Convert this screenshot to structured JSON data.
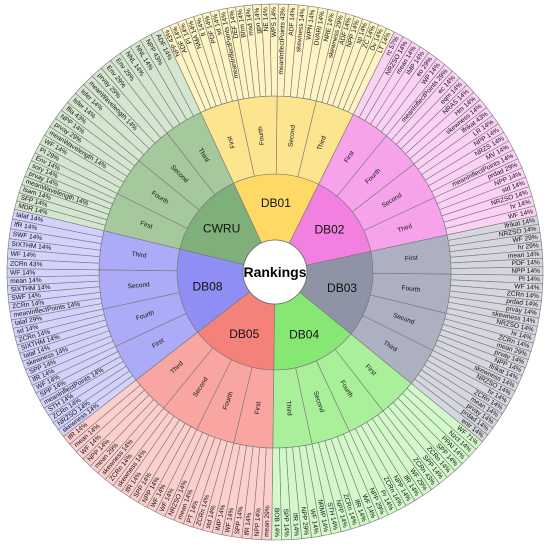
{
  "center_label": "Rankings",
  "chart_data": {
    "type": "sunburst",
    "databases": [
      {
        "name": "DB01",
        "inner": "#ffd966",
        "middle": "#fde58f",
        "outer": "#fff4c4",
        "rankings": [
          {
            "name": "First",
            "features": [
              "NPP 43%",
              "ADF 14%",
              "PI 14%",
              "NMA 14%",
              "lt 14%",
              "PDF 14%",
              "sd 14%"
            ]
          },
          {
            "name": "Fourth",
            "features": [
              "meanInflectPoints 14%",
              "DEF 14%",
              "Bhm 14%",
              "msd 14%",
              "gpn 14%",
              "NE 14%",
              "WPS 14%"
            ]
          },
          {
            "name": "Second",
            "features": [
              "meanInflectPoints 43%",
              "ADF 14%",
              "skewness 14%",
              "WPN 14%",
              "DVARI 14%",
              "NRE 14%"
            ]
          },
          {
            "name": "Third",
            "features": [
              "skewness 29%",
              "ADF 14%",
              "NPP 14%",
              "sp 14%",
              "ZC 14%",
              "Dv 14%",
              "LT 14%"
            ]
          }
        ]
      },
      {
        "name": "DB02",
        "inner": "#f280e0",
        "middle": "#f7a3ec",
        "outer": "#fbd1f5",
        "rankings": [
          {
            "name": "First",
            "features": [
              "rc 57%",
              "NRZSO 14%",
              "mean 14%",
              "IMP 14%",
              "eo 29%",
              "WP 14%"
            ]
          },
          {
            "name": "Fourth",
            "features": [
              "meanInflectPoints 29%",
              "ec 14%",
              "eqm 14%",
              "NRAS 14%",
              "Hm 14%",
              "skewness 14%"
            ]
          },
          {
            "name": "Second",
            "features": [
              "lfrikat 43%",
              "LR 14%",
              "NPP 14%",
              "NRZS 14%",
              "MV 14%",
              "meanInflectPoints 14%"
            ]
          },
          {
            "name": "Third",
            "features": [
              "prdad 29%",
              "NPP 14%",
              "std 14%",
              "NRZSO 14%",
              "hr 14%",
              "WF 14%"
            ]
          }
        ]
      },
      {
        "name": "DB03",
        "inner": "#8f93a6",
        "middle": "#adb0c0",
        "outer": "#d5d6de",
        "rankings": [
          {
            "name": "First",
            "features": [
              "lfrikat 14%",
              "NRZSO 14%",
              "WF 29%",
              "hr 29%",
              "mean 14%",
              "PDF 14%",
              "NPP 14%"
            ]
          },
          {
            "name": "Fourth",
            "features": [
              "PI 14%",
              "WF 14%",
              "ZCRn 14%",
              "prdad 14%",
              "prvay 14%",
              "skewness 14%",
              "NRZSO 14%"
            ]
          },
          {
            "name": "Second",
            "features": [
              "hr 14%",
              "ZCRn 14%",
              "mean 29%",
              "prvay 14%",
              "NPP 14%",
              "lfrikat 14%",
              "skewness 14%"
            ]
          },
          {
            "name": "Third",
            "features": [
              "NRZSO 14%",
              "hr 14%",
              "ZCRn 14%",
              "mean 14%",
              "prvay 14%",
              "prdad 14%",
              "entr 14%"
            ]
          }
        ]
      },
      {
        "name": "DB04",
        "inner": "#86e773",
        "middle": "#aaf09a",
        "outer": "#d3f8ca",
        "rankings": [
          {
            "name": "First",
            "features": [
              "WF 71%",
              "Nzct 14%",
              "PPAI 14%",
              "SPP 14%",
              "ZCRn 14%",
              "SPP 14%"
            ]
          },
          {
            "name": "Fourth",
            "features": [
              "ZCRn 43%",
              "WF 29%",
              "lfR 14%",
              "NPP 14%",
              "ZCRn 14%",
              "Pr 14%"
            ]
          },
          {
            "name": "Second",
            "features": [
              "NPP 29%",
              "WF 14%",
              "lfR 14%",
              "ZCRn 14%",
              "NPP 14%",
              "STH 14%"
            ]
          },
          {
            "name": "Third",
            "features": [
              "fiRMP 14%",
              "WF 14%",
              "NPP 29%",
              "lfR 14%",
              "SPP 14%",
              "BOB 14%"
            ]
          }
        ]
      },
      {
        "name": "DB05",
        "inner": "#f5817b",
        "middle": "#f9a6a2",
        "outer": "#fccfcc",
        "rankings": [
          {
            "name": "First",
            "features": [
              "mean 29%",
              "NPP 14%",
              "lfR 14%",
              "SPP 14%",
              "WF 14%",
              "IMP 14%"
            ]
          },
          {
            "name": "Fourth",
            "features": [
              "std 14%",
              "ZCRn 14%",
              "PT 14%",
              "mean 14%",
              "NRZSO 14%",
              "WF 14%"
            ]
          },
          {
            "name": "Second",
            "features": [
              "WF 14%",
              "NPP 14%",
              "SPP 14%",
              "lfR 14%",
              "skewness 14%",
              "ZCRn 14%"
            ]
          },
          {
            "name": "Third",
            "features": [
              "skewness 14%",
              "mean 29%",
              "NPP 14%",
              "WF 14%",
              "mean 14%",
              "lfR 14%"
            ]
          }
        ]
      },
      {
        "name": "DB08",
        "inner": "#8e8ef5",
        "middle": "#ababf8",
        "outer": "#d2d2fc",
        "rankings": [
          {
            "name": "First",
            "features": [
              "skewness 14%",
              "NRZSO 14%",
              "ZCRn 14%",
              "STH 14%",
              "meanInflectPoints 14%",
              "SPP 14%",
              "WF 14%"
            ]
          },
          {
            "name": "Fourth",
            "features": [
              "lfR 14%",
              "SPP 14%",
              "skewness 14%",
              "talaf 14%",
              "SIXTHM 14%",
              "ZCRn 14%",
              "sd 14%"
            ]
          },
          {
            "name": "Second",
            "features": [
              "talaf 29%",
              "meanInflectPoints 14%",
              "ZCRn 14%",
              "SWF 14%",
              "SIXTHM 14%",
              "mean 14%",
              "WF 14%"
            ]
          },
          {
            "name": "Third",
            "features": [
              "ZCRn 43%",
              "WF 14%",
              "SIXTHM 14%",
              "SWF 14%",
              "lfR 14%",
              "talaf 14%"
            ]
          }
        ]
      },
      {
        "name": "CWRU",
        "inner": "#7fb07a",
        "middle": "#a5c89d",
        "outer": "#d4e6cf",
        "rankings": [
          {
            "name": "First",
            "features": [
              "MDR 14%",
              "SFP 14%",
              "lsam 14%",
              "meanWavelength 14%",
              "prvay 14%",
              "sory 14%",
              "Env 14%"
            ]
          },
          {
            "name": "Fourth",
            "features": [
              "PI 29%",
              "WF 14%",
              "meanWavelength 14%",
              "prvay 29%",
              "NPP 14%",
              "ffia 43%"
            ]
          },
          {
            "name": "Second",
            "features": [
              "lsfer 14%",
              "lsfer 14%",
              "meanWavelength 14%",
              "prvay 29%",
              "Env 29%"
            ]
          },
          {
            "name": "Third",
            "features": [
              "Env 29%",
              "NNL 14%",
              "NNL 14%",
              "NPP 43%",
              "ADF 14%"
            ]
          }
        ]
      }
    ]
  }
}
